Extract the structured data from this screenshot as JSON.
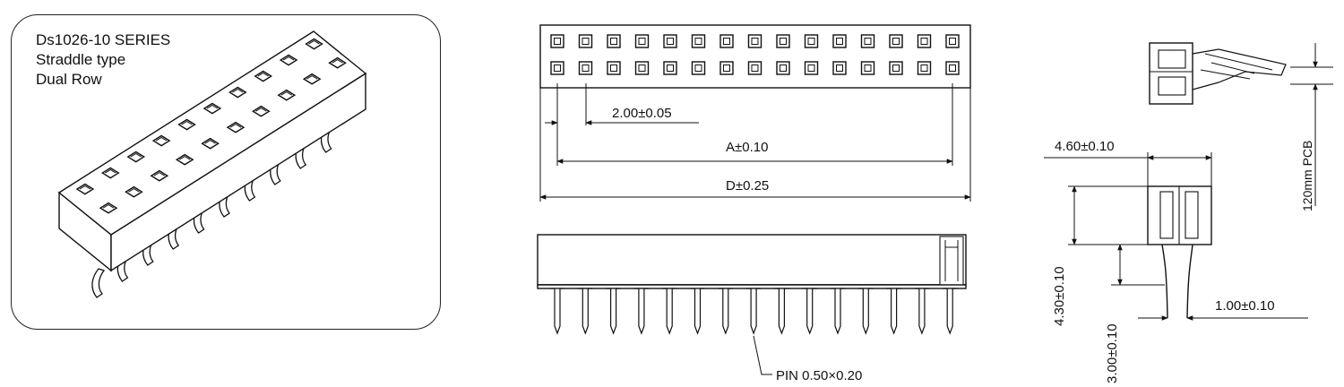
{
  "product": {
    "series": "Ds1026-10 SERIES",
    "type": "Straddle type",
    "rows": "Dual Row"
  },
  "top_view": {
    "pitch_label": "2.00±0.05",
    "a_label": "A±0.10",
    "d_label": "D±0.25"
  },
  "front_view": {
    "pin_label": "PIN 0.50×0.20"
  },
  "side_view": {
    "pcb_label": "120mm PCB",
    "width_label": "4.60±0.10",
    "pin_gap_label": "1.00±0.10",
    "height_label": "4.30±0.10",
    "pin_length_label": "3.00±0.10"
  },
  "colors": {
    "line": "#111111",
    "background": "#ffffff"
  }
}
